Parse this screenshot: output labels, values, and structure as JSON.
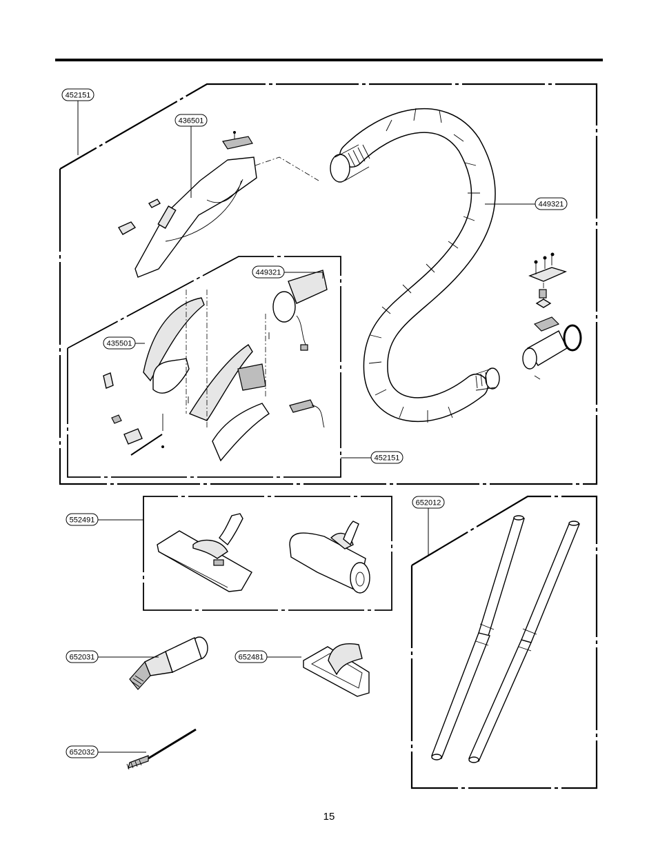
{
  "page_number": "15",
  "callouts": [
    {
      "id": "hose-assembly-top",
      "text": "452151"
    },
    {
      "id": "handle-top",
      "text": "436501"
    },
    {
      "id": "hose-main",
      "text": "449321"
    },
    {
      "id": "hose-inner",
      "text": "449321"
    },
    {
      "id": "grip-cover",
      "text": "435501"
    },
    {
      "id": "handle-assembly-inner",
      "text": "452151"
    },
    {
      "id": "floor-nozzle",
      "text": "552491"
    },
    {
      "id": "extension-pipe",
      "text": "652012"
    },
    {
      "id": "crevice-brush",
      "text": "652031"
    },
    {
      "id": "upholstery-nozzle",
      "text": "652481"
    },
    {
      "id": "small-brush",
      "text": "652032"
    }
  ]
}
